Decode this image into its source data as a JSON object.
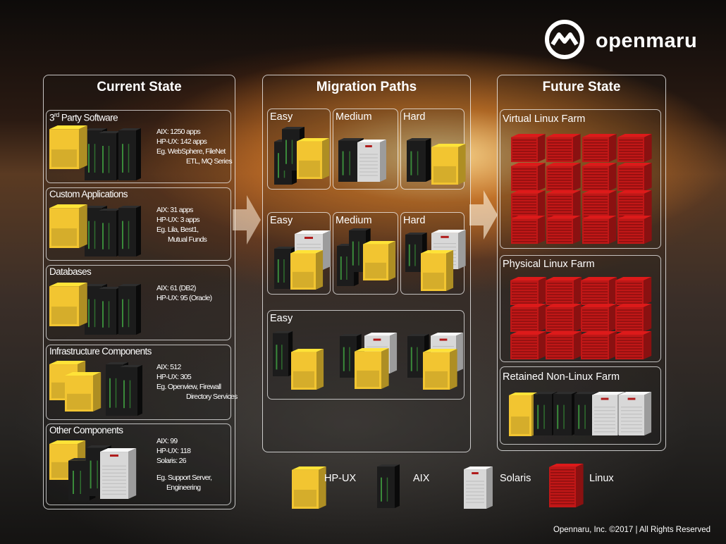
{
  "brand": {
    "name": "openmaru"
  },
  "footer": {
    "text": "Opennaru, Inc. ©2017 | All Rights Reserved"
  },
  "colors": {
    "hpux": "#f2c531",
    "aix": "#161616",
    "solaris": "#d8d8d8",
    "linux": "#c01717"
  },
  "current_state": {
    "title": "Current State",
    "groups": [
      {
        "title_pre": "3",
        "title_sup": "rd",
        "title_post": " Party Software",
        "lines": [
          "AIX: 1250 apps",
          "HP-UX: 142 apps",
          "Eg. WebSphere, FileNet",
          "ETL, MQ Series"
        ]
      },
      {
        "title_pre": "Custom Applications",
        "title_sup": "",
        "title_post": "",
        "lines": [
          "AIX: 31 apps",
          "HP-UX: 3 apps",
          "Eg. Lila, Best1,",
          "Mutual Funds"
        ]
      },
      {
        "title_pre": "Databases",
        "title_sup": "",
        "title_post": "",
        "lines": [
          "AIX: 61 (DB2)",
          "HP-UX: 95 (Oracle)"
        ]
      },
      {
        "title_pre": "Infrastructure Components",
        "title_sup": "",
        "title_post": "",
        "lines": [
          "AIX: 512",
          "HP-UX: 305",
          "Eg. Openview, Firewall",
          "Directory Services"
        ]
      },
      {
        "title_pre": "Other Components",
        "title_sup": "",
        "title_post": "",
        "lines": [
          "AIX: 99",
          "HP-UX: 118",
          "Solaris: 26",
          "Eg. Support Server,",
          "Engineering"
        ]
      }
    ]
  },
  "migration_paths": {
    "title": "Migration Paths",
    "rows": [
      [
        "Easy",
        "Medium",
        "Hard"
      ],
      [
        "Easy",
        "Medium",
        "Hard"
      ],
      [
        "Easy"
      ]
    ]
  },
  "future_state": {
    "title": "Future State",
    "farms": [
      "Virtual Linux Farm",
      "Physical Linux Farm",
      "Retained Non-Linux Farm"
    ]
  },
  "legend": [
    {
      "label": "HP-UX",
      "icon": "hpux-server-icon"
    },
    {
      "label": "AIX",
      "icon": "aix-server-icon"
    },
    {
      "label": "Solaris",
      "icon": "solaris-server-icon"
    },
    {
      "label": "Linux",
      "icon": "linux-server-icon"
    }
  ]
}
